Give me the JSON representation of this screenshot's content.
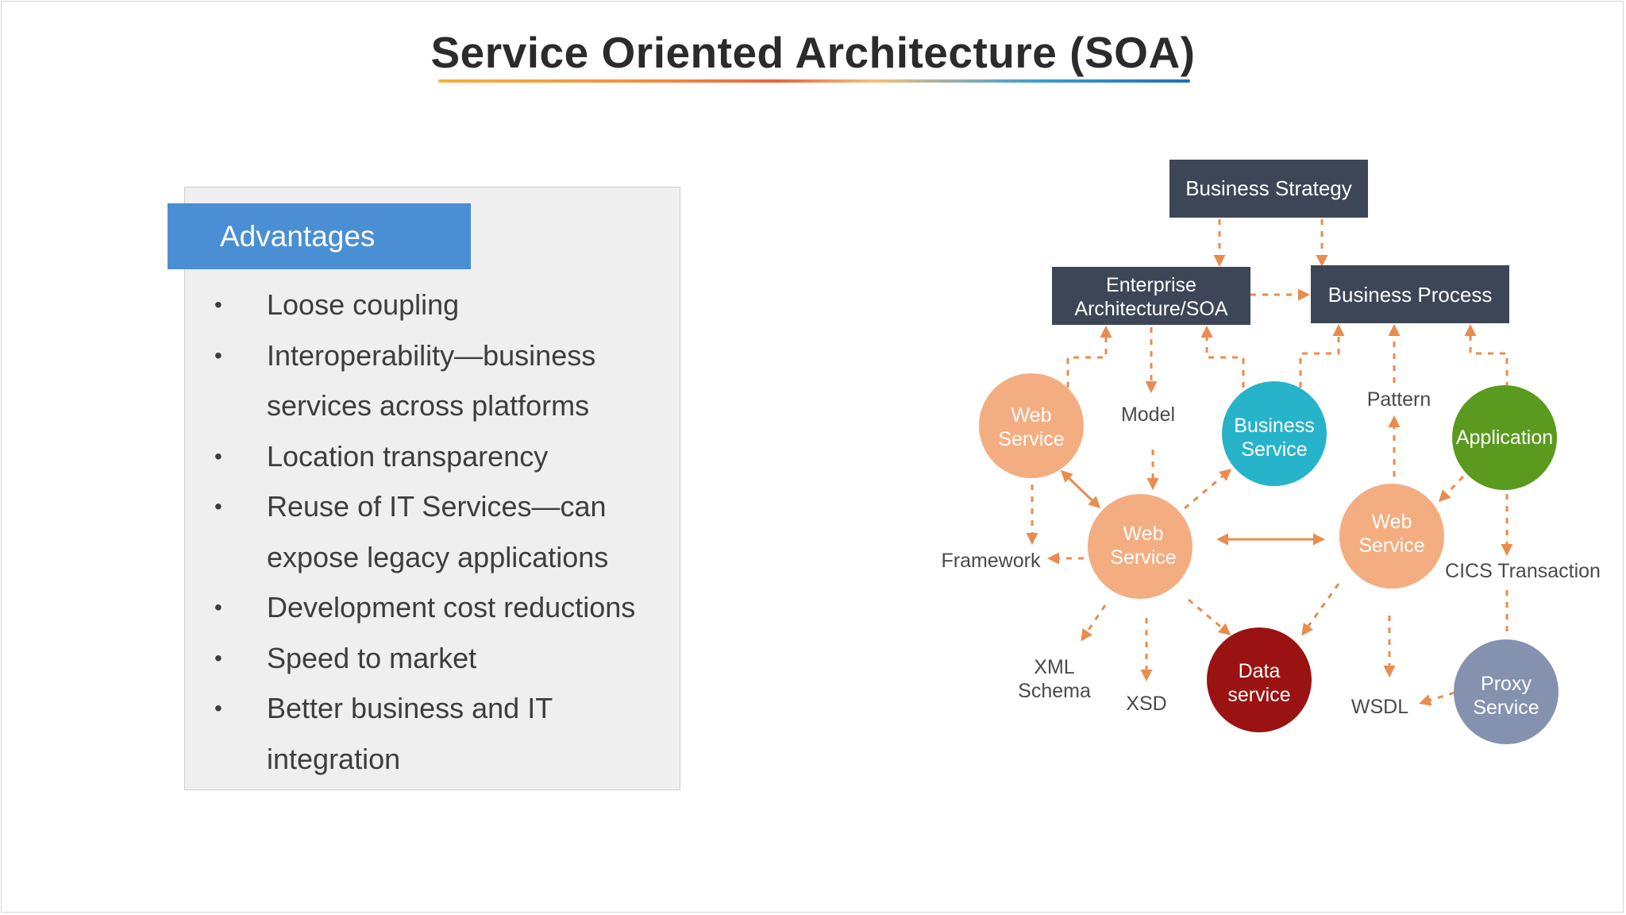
{
  "title": "Service Oriented Architecture (SOA)",
  "advantages": {
    "header": "Advantages",
    "items": [
      {
        "line1": "Loose coupling",
        "line2": ""
      },
      {
        "line1": "Interoperability—business",
        "line2": "services across platforms"
      },
      {
        "line1": "Location transparency",
        "line2": ""
      },
      {
        "line1": "Reuse of IT Services—can",
        "line2": "expose legacy applications"
      },
      {
        "line1": "Development cost reductions",
        "line2": ""
      },
      {
        "line1": "Speed to market",
        "line2": ""
      },
      {
        "line1": "Better business and IT",
        "line2": "integration"
      }
    ]
  },
  "diagram": {
    "boxes": {
      "business_strategy": "Business Strategy",
      "enterprise_arch_line1": "Enterprise",
      "enterprise_arch_line2": "Architecture/SOA",
      "business_process": "Business Process"
    },
    "nodes": {
      "web_service_tl": [
        "Web",
        "Service"
      ],
      "business_service": [
        "Business",
        "Service"
      ],
      "application": [
        "Application"
      ],
      "web_service_center": [
        "Web",
        "Service"
      ],
      "web_service_right": [
        "Web",
        "Service"
      ],
      "data_service": [
        "Data",
        "service"
      ],
      "proxy_service": [
        "Proxy",
        "Service"
      ]
    },
    "labels": {
      "model": "Model",
      "pattern": "Pattern",
      "framework": "Framework",
      "cics": "CICS Transaction",
      "xml_line1": "XML",
      "xml_line2": "Schema",
      "xsd": "XSD",
      "wsdl": "WSDL"
    },
    "colors": {
      "box": "#3c4656",
      "web_service": "#f4ad80",
      "business_service": "#27b3c9",
      "application": "#5a9a1f",
      "data_service": "#9b1212",
      "proxy_service": "#8492b0",
      "connector": "#e98c4e"
    }
  }
}
